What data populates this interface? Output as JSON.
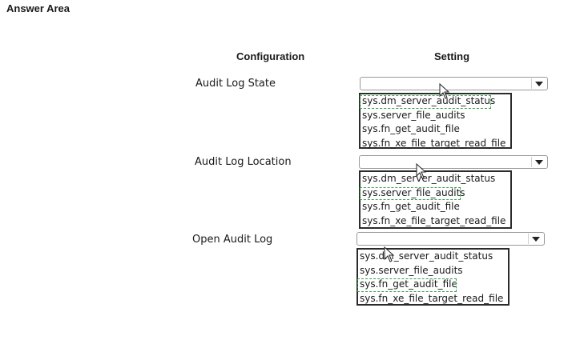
{
  "answer_area_title": "Answer Area",
  "headers": {
    "configuration": "Configuration",
    "setting": "Setting"
  },
  "options": [
    "sys.dm_server_audit_status",
    "sys.server_file_audits",
    "sys.fn_get_audit_file",
    "sys.fn_xe_file_target_read_file"
  ],
  "rows": [
    {
      "label": "Audit Log State",
      "selected_index": 0
    },
    {
      "label": "Audit Log Location",
      "selected_index": 1
    },
    {
      "label": "Open Audit Log",
      "selected_index": 2
    }
  ],
  "colors": {
    "selection_outline": "#3aa14a",
    "list_border": "#2b2b2b"
  },
  "icons": {
    "dropdown": "chevron-down-icon",
    "pointer": "mouse-cursor-icon"
  }
}
